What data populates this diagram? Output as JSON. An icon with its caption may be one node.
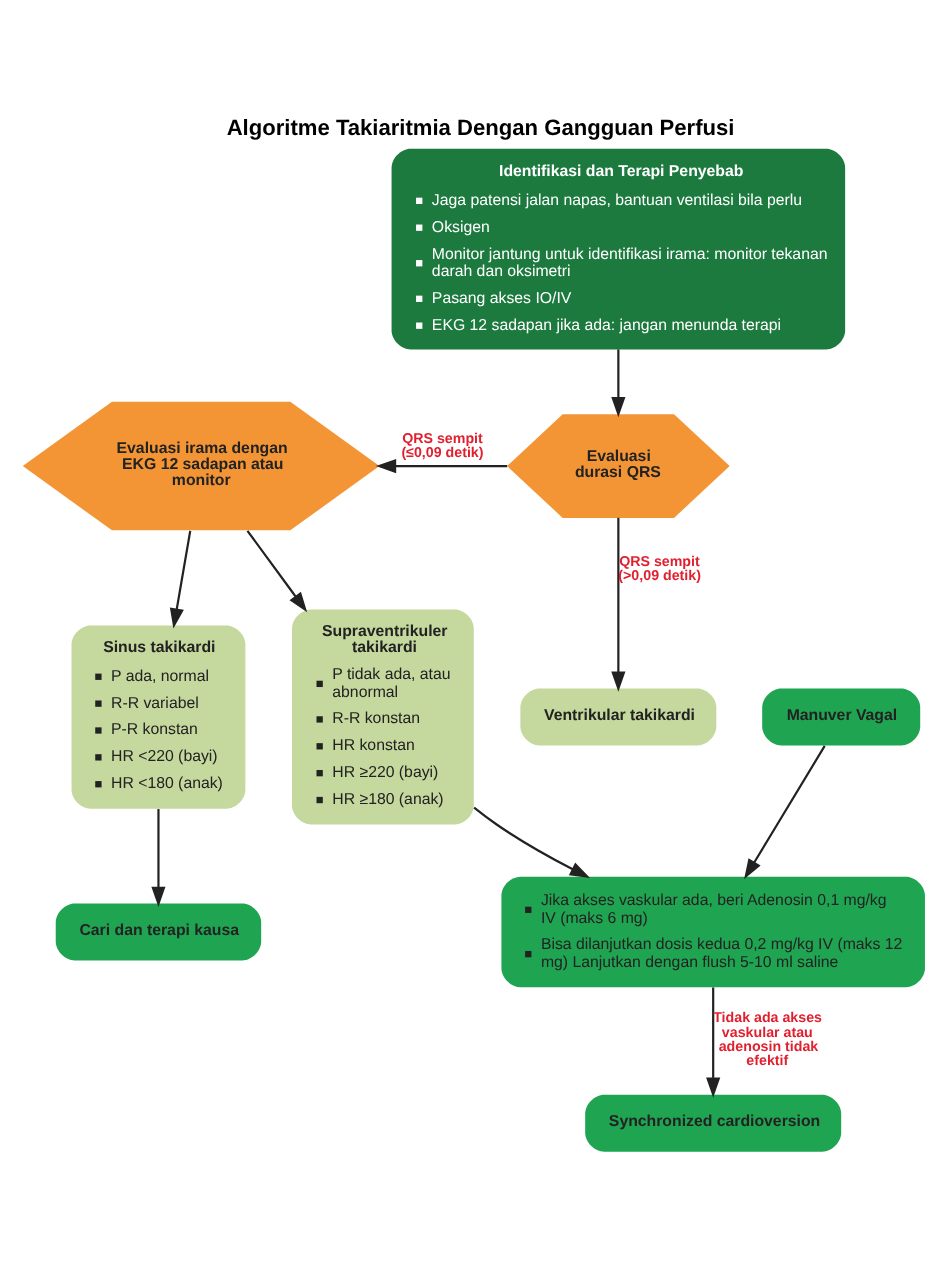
{
  "diagram": {
    "title": "Algoritme Takiaritmia Dengan Gangguan Perfusi",
    "nodes": [
      {
        "text": [
          "Identifikasi dan Terapi Penyebab",
          "Jaga patensi jalan napas, bantuan ventilasi bila perlu",
          "Oksigen",
          "Monitor jantung untuk identifikasi irama: monitor tekanan darah dan oksimetri",
          "Pasang akses IO/IV",
          "EKG 12 sadapan jika ada: jangan menunda terapi"
        ]
      },
      {
        "text": [
          "Evaluasi durasi QRS"
        ]
      },
      {
        "text": [
          "Evaluasi irama dengan EKG 12 sadapan atau monitor"
        ]
      },
      {
        "text": [
          "Ventrikular takikardi"
        ]
      },
      {
        "text": [
          "Sinus takikardi",
          "P ada, normal",
          "R-R variabel",
          "P-R konstan",
          "HR <220 (bayi)",
          "HR <180 (anak)"
        ]
      },
      {
        "text": [
          "Supraventrikuler takikardi",
          "P tidak ada, atau abnormal",
          "R-R konstan",
          "HR konstan",
          "HR ≥220 (bayi)",
          "HR ≥180 (anak)"
        ]
      },
      {
        "text": [
          "Cari dan terapi kausa"
        ]
      },
      {
        "text": [
          "Synchronized cardioversion"
        ]
      },
      {
        "text": [
          "Manuver Vagal"
        ]
      },
      {
        "text": [
          "Jika akses vaskular ada, beri Adenosin 0,1 mg/kg IV (maks 6 mg)",
          "Bisa dilanjutkan dosis kedua 0,2 mg/kg IV (maks 12 mg) Lanjutkan dengan flush 5-10 ml saline"
        ]
      }
    ],
    "edges": [
      {
        "from": 0,
        "to": 1,
        "arrow": "to"
      },
      {
        "from": 1,
        "to": 2,
        "arrow": "to",
        "label": "QRS sempit (≤0,09 detik)"
      },
      {
        "from": 1,
        "to": 3,
        "arrow": "to",
        "label": "QRS sempit (>0,09 detik)"
      },
      {
        "from": 2,
        "to": 4,
        "arrow": "to"
      },
      {
        "from": 2,
        "to": 5,
        "arrow": "to"
      },
      {
        "from": 4,
        "to": 6,
        "arrow": "to"
      },
      {
        "from": 5,
        "to": 9,
        "arrow": "to"
      },
      {
        "from": 8,
        "to": 9,
        "arrow": "to"
      },
      {
        "from": 9,
        "to": 7,
        "arrow": "to",
        "label": "Tidak ada akses vaskular atau adenosin tidak efektif"
      }
    ]
  }
}
